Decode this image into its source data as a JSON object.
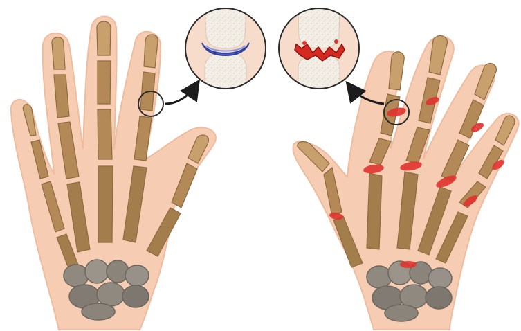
{
  "colors": {
    "background": "#ffffff",
    "skin": "#f6cdb3",
    "skin_outline": "#eebc9f",
    "bone": "#b38a57",
    "bone_highlight": "#c7a06d",
    "bone_dark": "#8f6a3d",
    "carpal": "#8f8980",
    "carpal_dark": "#6c665e",
    "healthy_cartilage": "#4a5fd1",
    "inflamed_joint": "#e0332e",
    "callout_ring": "#2b2b2b",
    "callout_fill": "#f3eee6",
    "arrow": "#1c1c1c"
  },
  "icons": {
    "healthy_joint": "healthy-joint-zoom-icon",
    "inflamed_joint": "inflamed-joint-zoom-icon",
    "arrow": "curved-arrow-icon"
  },
  "hands": [
    {
      "side": "left",
      "condition": "healthy"
    },
    {
      "side": "right",
      "condition": "arthritic"
    }
  ]
}
